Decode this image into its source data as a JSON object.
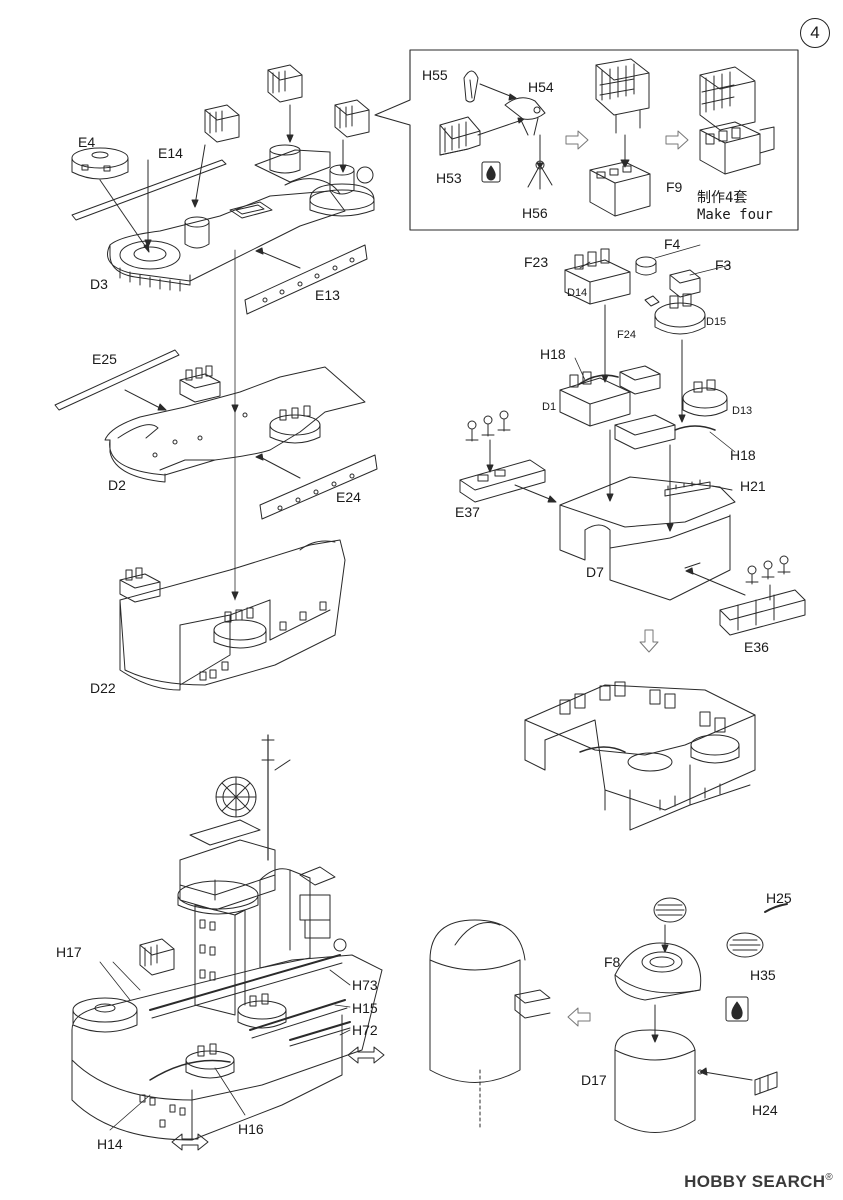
{
  "step_number": "4",
  "callout": {
    "note_line1": "制作4套",
    "note_line2": "Make four"
  },
  "labels": {
    "H55": "H55",
    "H54": "H54",
    "H53": "H53",
    "H56": "H56",
    "F9": "F9",
    "E4": "E4",
    "E14": "E14",
    "D3": "D3",
    "E13": "E13",
    "E25": "E25",
    "D2": "D2",
    "E24": "E24",
    "D22": "D22",
    "F4": "F4",
    "F23": "F23",
    "F3": "F3",
    "D14": "D14",
    "D15": "D15",
    "F24": "F24",
    "H18a": "H18",
    "D1": "D1",
    "D13": "D13",
    "H18b": "H18",
    "H21": "H21",
    "E37": "E37",
    "D7": "D7",
    "E36": "E36",
    "H17": "H17",
    "H73": "H73",
    "H15": "H15",
    "H72": "H72",
    "H14": "H14",
    "H16": "H16",
    "H25": "H25",
    "H35": "H35",
    "F8": "F8",
    "D17": "D17",
    "H24": "H24"
  },
  "icons": [
    "glue-drop-icon",
    "outline-arrow-icon",
    "rotate-view-icon"
  ],
  "watermark": {
    "brand": "HOBBY SEARCH",
    "reg": "®"
  }
}
